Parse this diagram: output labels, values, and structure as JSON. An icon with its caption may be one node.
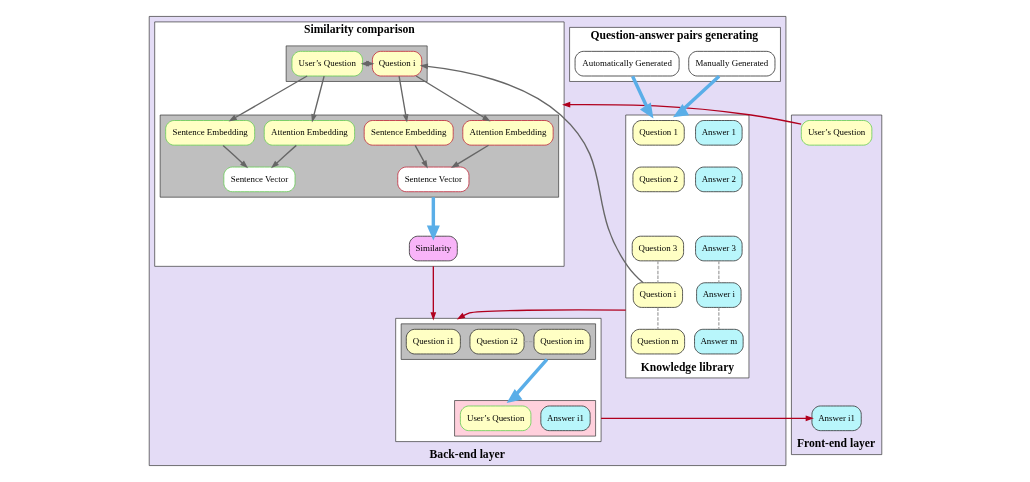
{
  "diagram": {
    "nodes": [
      {
        "text": [
          "Front-end layer"
        ]
      },
      {
        "text": [
          "User’s Question"
        ],
        "in": 0
      },
      {
        "text": [
          "Answer i1"
        ],
        "in": 0
      },
      {
        "text": [
          "Back-end layer"
        ]
      },
      {
        "text": [
          "Similarity comparison"
        ],
        "in": 3
      },
      {
        "text": [],
        "shape": "box",
        "in": 4
      },
      {
        "text": [
          "User’s Question"
        ],
        "in": 5
      },
      {
        "text": [
          "Question i"
        ],
        "in": 5
      },
      {
        "text": [],
        "shape": "box",
        "in": 4
      },
      {
        "text": [
          "Attention Embedding"
        ],
        "in": 8
      },
      {
        "text": [
          "Sentence Embedding"
        ],
        "in": 8
      },
      {
        "text": [
          "Sentence Vector"
        ],
        "in": 8
      },
      {
        "text": [
          "Attention Embedding"
        ],
        "in": 8
      },
      {
        "text": [
          "Sentence Embedding"
        ],
        "in": 8
      },
      {
        "text": [
          "Sentence Vector"
        ],
        "in": 8
      },
      {
        "text": [
          "Similarity"
        ],
        "in": 4
      },
      {
        "text": [],
        "shape": "box",
        "in": 3
      },
      {
        "text": [],
        "shape": "box",
        "in": 16
      },
      {
        "text": [
          "Question i1"
        ],
        "in": 17
      },
      {
        "text": [
          "Question i2"
        ],
        "in": 17
      },
      {
        "text": [
          "Question im"
        ],
        "in": 17
      },
      {
        "text": [],
        "shape": "box",
        "in": 16
      },
      {
        "text": [
          "User’s Question"
        ],
        "in": 21
      },
      {
        "text": [
          "Answer i1"
        ],
        "in": 21
      },
      {
        "text": [
          "Question-answer pairs generating"
        ],
        "in": 3
      },
      {
        "text": [
          "Manually Generated"
        ],
        "in": 24
      },
      {
        "text": [
          "Automatically Generated"
        ],
        "in": 24
      },
      {
        "text": [
          "Knowledge library"
        ],
        "in": 3
      },
      {
        "text": [
          "Question 1"
        ],
        "in": 27
      },
      {
        "text": [
          "Answer 1"
        ],
        "in": 27
      },
      {
        "text": [
          "Question 2"
        ],
        "in": 27
      },
      {
        "text": [
          "Answer 2"
        ],
        "in": 27
      },
      {
        "text": [
          "Question 3"
        ],
        "in": 27
      },
      {
        "text": [
          "Answer 3"
        ],
        "in": 27
      },
      {
        "text": [
          "Question i"
        ],
        "in": 27
      },
      {
        "text": [
          "Answer i"
        ],
        "in": 27
      },
      {
        "text": [
          "Question m"
        ],
        "in": 27
      },
      {
        "text": [
          "Answer m"
        ],
        "in": 27
      }
    ],
    "edges": [
      {
        "from": 1,
        "to": 4,
        "arrow": "to",
        "color": "#b0001e"
      },
      {
        "from": 6,
        "to": 7,
        "arrow": "both"
      },
      {
        "from": 34,
        "to": 7,
        "arrow": "to"
      },
      {
        "from": 6,
        "to": 9,
        "arrow": "to"
      },
      {
        "from": 6,
        "to": 10,
        "arrow": "to"
      },
      {
        "from": 7,
        "to": 12,
        "arrow": "to"
      },
      {
        "from": 7,
        "to": 13,
        "arrow": "to"
      },
      {
        "from": 9,
        "to": 11,
        "arrow": "to"
      },
      {
        "from": 10,
        "to": 11,
        "arrow": "to"
      },
      {
        "from": 12,
        "to": 14,
        "arrow": "to"
      },
      {
        "from": 13,
        "to": 14,
        "arrow": "to"
      },
      {
        "from": 8,
        "to": 15,
        "arrow": "to",
        "style": "thick",
        "color": "#5aaee8"
      },
      {
        "from": 4,
        "to": 16,
        "arrow": "to",
        "color": "#b0001e"
      },
      {
        "from": 19,
        "to": 20,
        "arrow": "none",
        "style": "dashed",
        "color": "#aaaaaa"
      },
      {
        "from": 17,
        "to": 21,
        "arrow": "to",
        "style": "thick",
        "color": "#5aaee8"
      },
      {
        "from": 16,
        "to": 2,
        "arrow": "to",
        "color": "#b0001e"
      },
      {
        "from": 27,
        "to": 16,
        "arrow": "to",
        "color": "#b0001e"
      },
      {
        "from": 25,
        "to": 27,
        "arrow": "to",
        "style": "thick",
        "color": "#5aaee8"
      },
      {
        "from": 26,
        "to": 27,
        "arrow": "to",
        "style": "thick",
        "color": "#5aaee8"
      },
      {
        "from": 32,
        "to": 34,
        "arrow": "none",
        "style": "dashed",
        "color": "#aaaaaa"
      },
      {
        "from": 34,
        "to": 36,
        "arrow": "none",
        "style": "dashed",
        "color": "#aaaaaa"
      },
      {
        "from": 33,
        "to": 35,
        "arrow": "none",
        "style": "dashed",
        "color": "#aaaaaa"
      },
      {
        "from": 35,
        "to": 37,
        "arrow": "none",
        "style": "dashed",
        "color": "#aaaaaa"
      }
    ]
  }
}
